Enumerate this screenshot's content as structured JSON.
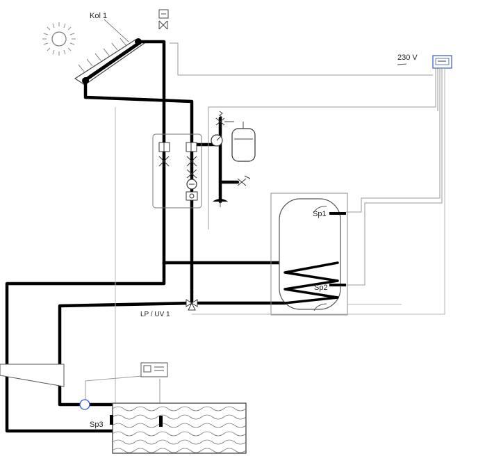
{
  "labels": {
    "collector": "Kol 1",
    "voltage": "230 V",
    "sensor1": "Sp1",
    "sensor2": "Sp2",
    "sensor3": "Sp3",
    "valve": "LP / UV 1"
  },
  "icons": {
    "sun": "sun-icon",
    "collector": "solar-collector-icon",
    "controller": "controller-box-icon",
    "expansion_tank": "expansion-vessel-icon",
    "pump": "pump-icon",
    "valve": "three-way-valve-icon",
    "storage": "storage-tank-icon",
    "pool": "pool-water-icon"
  },
  "colors": {
    "pipe": "#000000",
    "wire": "#9a9a9a",
    "controller_accent": "#3355cc",
    "pump_accent": "#3355cc"
  }
}
